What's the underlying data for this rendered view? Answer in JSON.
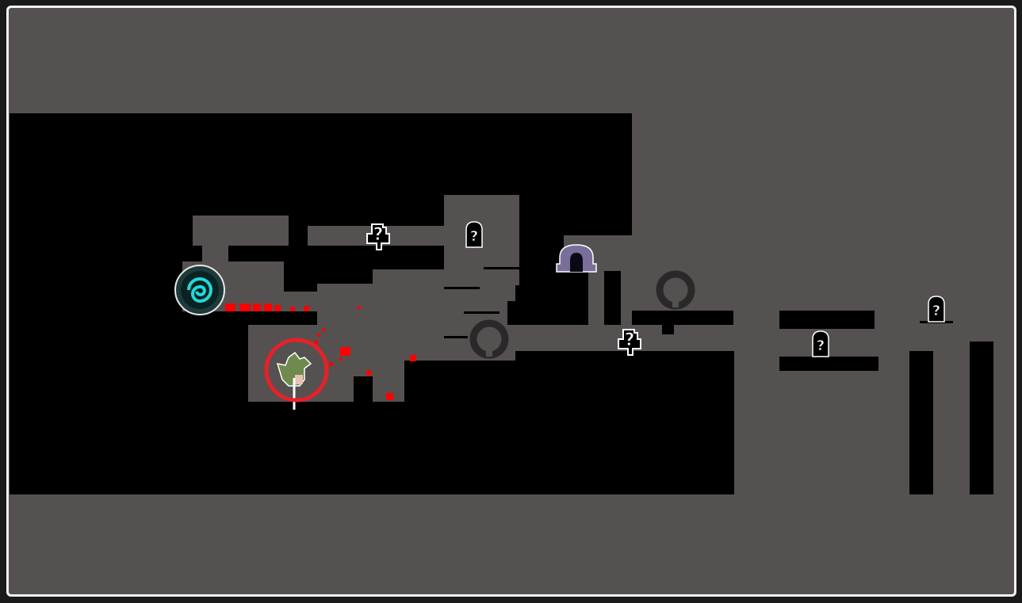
{
  "colors": {
    "floor": "#555150",
    "unexplored": "#000000",
    "frame": "#f4f4f4",
    "path_marker": "#ff0000",
    "player_ring": "#e8202a",
    "portal": "#22d8d8"
  },
  "map": {
    "markers": [
      {
        "type": "portal",
        "icon": "portal-icon"
      },
      {
        "type": "player",
        "icon": "player-icon"
      },
      {
        "type": "unknown-event",
        "icon": "question-chest-icon"
      },
      {
        "type": "unknown-event",
        "icon": "question-chest-icon"
      },
      {
        "type": "unknown-shrine",
        "icon": "question-shrine-icon"
      },
      {
        "type": "unknown-shrine",
        "icon": "question-shrine-icon"
      },
      {
        "type": "unknown-shrine",
        "icon": "question-shrine-icon"
      },
      {
        "type": "ring",
        "icon": "dark-ring-icon"
      },
      {
        "type": "ring",
        "icon": "dark-ring-icon"
      },
      {
        "type": "exit-door",
        "icon": "archway-door-icon"
      }
    ]
  }
}
